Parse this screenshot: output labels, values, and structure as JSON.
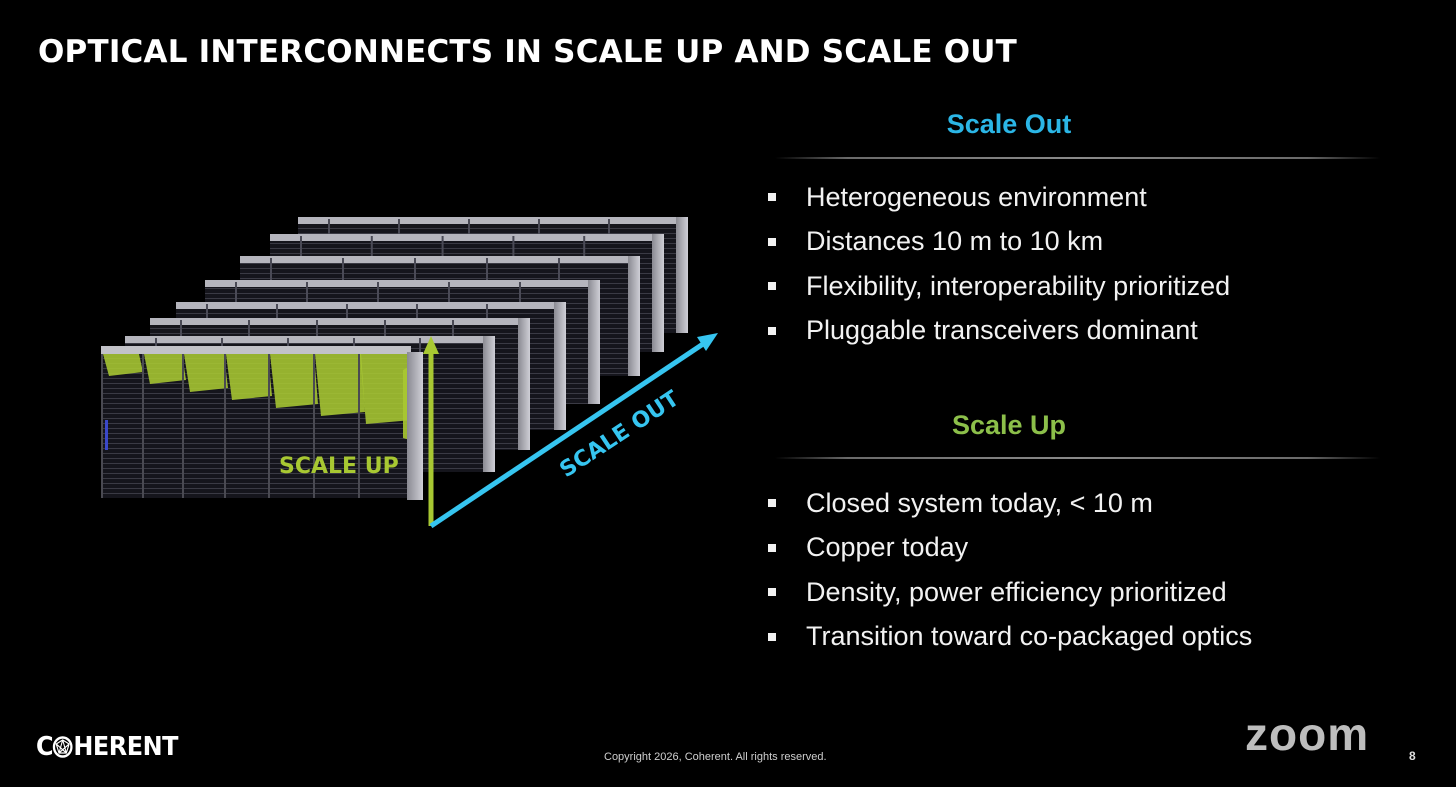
{
  "slide": {
    "title": "OPTICAL INTERCONNECTS IN SCALE UP AND SCALE OUT",
    "page_number": "8",
    "copyright": "Copyright 2026, Coherent. All rights reserved."
  },
  "illustration": {
    "scale_up_label": "SCALE UP",
    "scale_out_label": "SCALE OUT",
    "colors": {
      "scale_up": "#a8c832",
      "scale_out": "#36c5f0"
    }
  },
  "scale_out": {
    "title": "Scale Out",
    "color": "#2bb6e6",
    "bullets": [
      "Heterogeneous environment",
      "Distances 10 m to 10 km",
      "Flexibility, interoperability prioritized",
      "Pluggable transceivers dominant"
    ]
  },
  "scale_up": {
    "title": "Scale Up",
    "color": "#8cbf4a",
    "bullets": [
      "Closed system today, < 10 m",
      "Copper today",
      "Density, power efficiency prioritized",
      "Transition toward co-packaged optics"
    ]
  },
  "branding": {
    "company_logo": "COHERENT",
    "watermark": "zoom"
  }
}
